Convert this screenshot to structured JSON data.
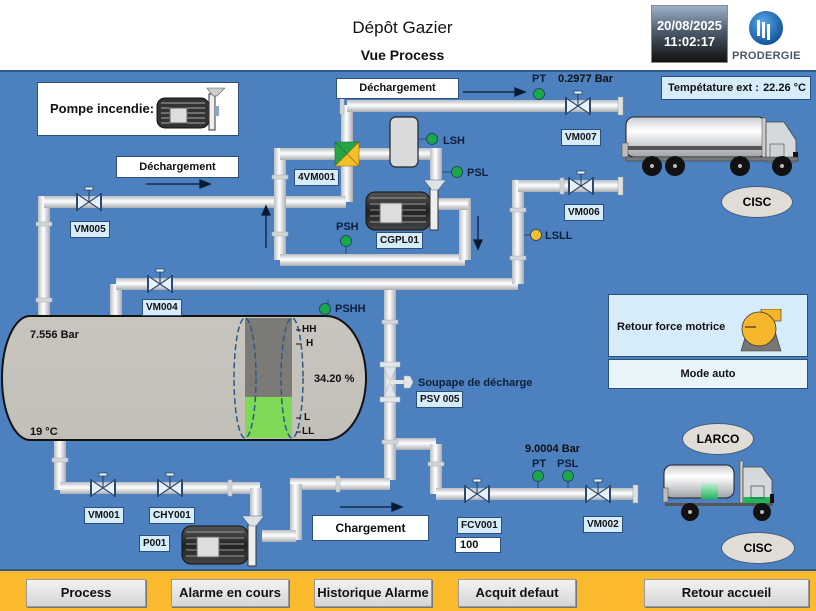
{
  "header": {
    "title": "Dépôt Gazier",
    "subtitle": "Vue Process",
    "date": "20/08/2025",
    "time": "11:02:17",
    "logo_text": "PRODERGIE"
  },
  "colors": {
    "background": "#4d80bf",
    "footer": "#fbba2d",
    "sensor_ok": "#1aa84a",
    "sensor_warn": "#f4c02a",
    "tank_liquid": "#7ed957",
    "tank_body": "#c9c6bf",
    "pipe": "#e4e7ea"
  },
  "panels": {
    "fire_pump_label": "Pompe incendie:",
    "temperature_label": "Tempétature ext :",
    "temperature_value": "22.26 °C",
    "return_force_label": "Retour force motrice",
    "mode_label": "Mode auto"
  },
  "flows": {
    "unloading_top": "Déchargement",
    "unloading_left": "Déchargement",
    "loading": "Chargement"
  },
  "instruments": {
    "pt_top_label": "PT",
    "pt_top_value": "0.2977 Bar",
    "lsh": "LSH",
    "psl_top": "PSL",
    "psh": "PSH",
    "lsll": "LSLL",
    "pshh": "PSHH",
    "pt_bottom_label": "PT",
    "psl_bottom": "PSL",
    "pt_bottom_value": "9.0004 Bar",
    "psv_label": "Soupape de décharge",
    "psv_tag": "PSV 005"
  },
  "valves": {
    "vm005": "VM005",
    "vm004": "VM004",
    "vm007": "VM007",
    "vm006": "VM006",
    "vm001": "VM001",
    "chy001": "CHY001",
    "vm002": "VM002",
    "fcv001": "FCV001",
    "fcv001_setpoint": "100",
    "four_way": "4VM001"
  },
  "pumps": {
    "cgpl01": "CGPL01",
    "p001": "P001"
  },
  "tank": {
    "pressure": "7.556 Bar",
    "temperature": "19 °C",
    "level_text": "34.20 %",
    "level_fraction": 0.342,
    "marks": [
      "HH",
      "H",
      "L",
      "LL"
    ]
  },
  "trucks": {
    "top_client": "CISC",
    "bottom_client_top": "LARCO",
    "bottom_client_bottom": "CISC"
  },
  "footer": {
    "buttons": [
      "Process",
      "Alarme en cours",
      "Historique Alarme",
      "Acquit defaut",
      "Retour accueil"
    ]
  }
}
